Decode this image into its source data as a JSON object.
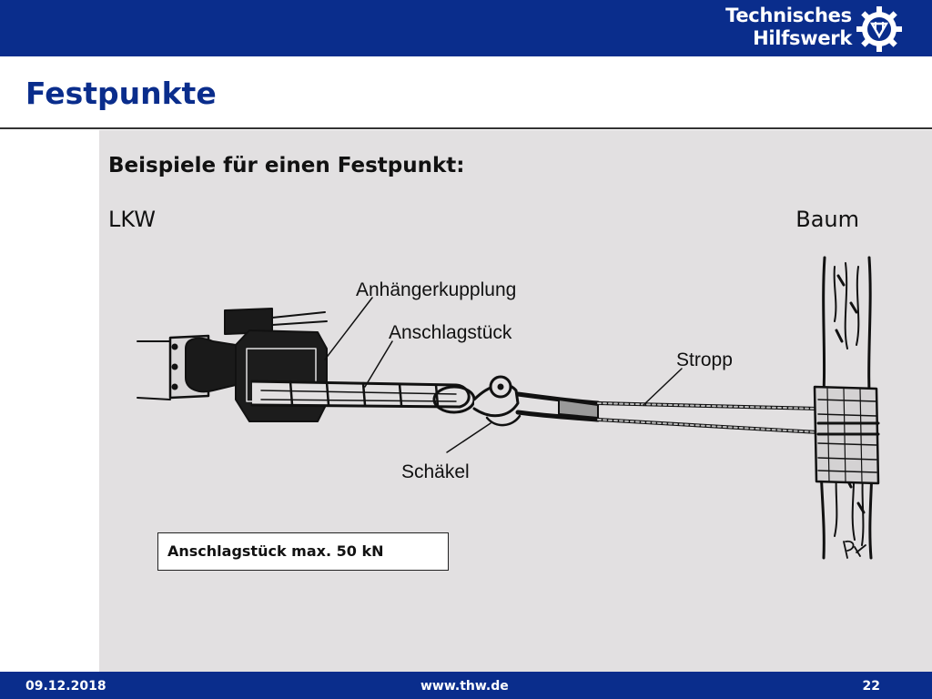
{
  "header": {
    "logo": {
      "line1": "Technisches",
      "line2": "Hilfswerk",
      "icon": "thw-gear-emblem-icon"
    },
    "title": "Festpunkte"
  },
  "content": {
    "subtitle": "Beispiele für einen Festpunkt:",
    "left_label": "LKW",
    "right_label": "Baum",
    "callouts": {
      "kupplung": "Anhängerkupplung",
      "anschlag": "Anschlagstück",
      "stropp": "Stropp",
      "schaekel": "Schäkel"
    },
    "note": "Anschlagstück max. 50 kN"
  },
  "footer": {
    "date": "09.12.2018",
    "url": "www.thw.de",
    "page": "22"
  },
  "colors": {
    "brand_blue": "#0a2d8c",
    "content_bg": "#e2e0e1"
  }
}
